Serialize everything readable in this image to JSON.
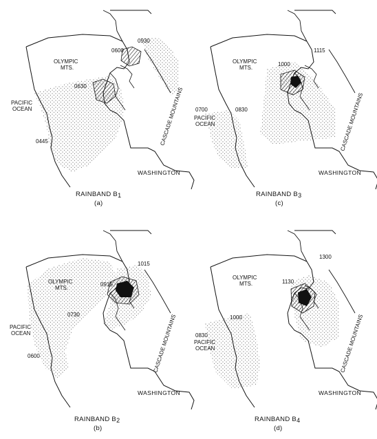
{
  "figure": {
    "panels": [
      {
        "id": "a",
        "caption": "RAINBAND B1",
        "caption_main": "RAINBAND B",
        "caption_sub": "1",
        "panel_letter": "(a)",
        "labels": {
          "olympic_line1": "OLYMPIC",
          "olympic_line2": "MTS.",
          "pacific_line1": "PACIFIC",
          "pacific_line2": "OCEAN",
          "washington": "WASHINGTON",
          "cascade": "CASCADE MOUNTAINS"
        },
        "times": [
          "0600",
          "0930",
          "0630",
          "0445"
        ]
      },
      {
        "id": "c",
        "caption": "RAINBAND B3",
        "caption_main": "RAINBAND B",
        "caption_sub": "3",
        "panel_letter": "(c)",
        "labels": {
          "olympic_line1": "OLYMPIC",
          "olympic_line2": "MTS.",
          "pacific_line1": "PACIFIC",
          "pacific_line2": "OCEAN",
          "washington": "WASHINGTON",
          "cascade": "CASCADE MOUNTAINS"
        },
        "times": [
          "1000",
          "1115",
          "0700",
          "0830"
        ]
      },
      {
        "id": "b",
        "caption": "RAINBAND B2",
        "caption_main": "RAINBAND B",
        "caption_sub": "2",
        "panel_letter": "(b)",
        "labels": {
          "olympic_line1": "OLYMPIC",
          "olympic_line2": "MTS.",
          "pacific_line1": "PACIFIC",
          "pacific_line2": "OCEAN",
          "washington": "WASHINGTON",
          "cascade": "CASCADE MOUNTAINS"
        },
        "times": [
          "0915",
          "1015",
          "0730",
          "0600"
        ]
      },
      {
        "id": "d",
        "caption": "RAINBAND B4",
        "caption_main": "RAINBAND B",
        "caption_sub": "4",
        "panel_letter": "(d)",
        "labels": {
          "olympic_line1": "OLYMPIC",
          "olympic_line2": "MTS.",
          "pacific_line1": "PACIFIC",
          "pacific_line2": "OCEAN",
          "washington": "WASHINGTON",
          "cascade": "CASCADE MOUNTAINS"
        },
        "times": [
          "1130",
          "1300",
          "1000",
          "0830"
        ]
      }
    ],
    "colors": {
      "ink": "#111111",
      "paper": "#ffffff",
      "stipple": "#333333",
      "heavy": "#111111"
    }
  }
}
